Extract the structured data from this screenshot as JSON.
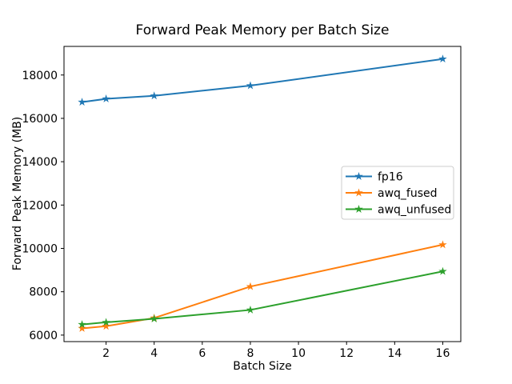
{
  "chart_data": {
    "type": "line",
    "title": "Forward Peak Memory per Batch Size",
    "xlabel": "Batch Size",
    "ylabel": "Forward Peak Memory (MB)",
    "x": [
      1,
      2,
      4,
      8,
      16
    ],
    "series": [
      {
        "name": "fp16",
        "color": "#1f77b4",
        "values": [
          16750,
          16900,
          17040,
          17510,
          18740
        ]
      },
      {
        "name": "awq_fused",
        "color": "#ff7f0e",
        "values": [
          6310,
          6410,
          6790,
          8240,
          10170
        ]
      },
      {
        "name": "awq_unfused",
        "color": "#2ca02c",
        "values": [
          6490,
          6590,
          6750,
          7160,
          8940
        ]
      }
    ],
    "xticks": [
      2,
      4,
      6,
      8,
      10,
      12,
      14,
      16
    ],
    "yticks": [
      6000,
      8000,
      10000,
      12000,
      14000,
      16000,
      18000
    ],
    "xlim": [
      0.25,
      16.75
    ],
    "ylim": [
      5700,
      19320
    ],
    "marker": "star",
    "grid": false,
    "legend": {
      "position": "center-right",
      "border_color": "#cccccc",
      "labels": [
        "fp16",
        "awq_fused",
        "awq_unfused"
      ]
    },
    "axis_color": "#000000",
    "background_color": "#ffffff"
  }
}
